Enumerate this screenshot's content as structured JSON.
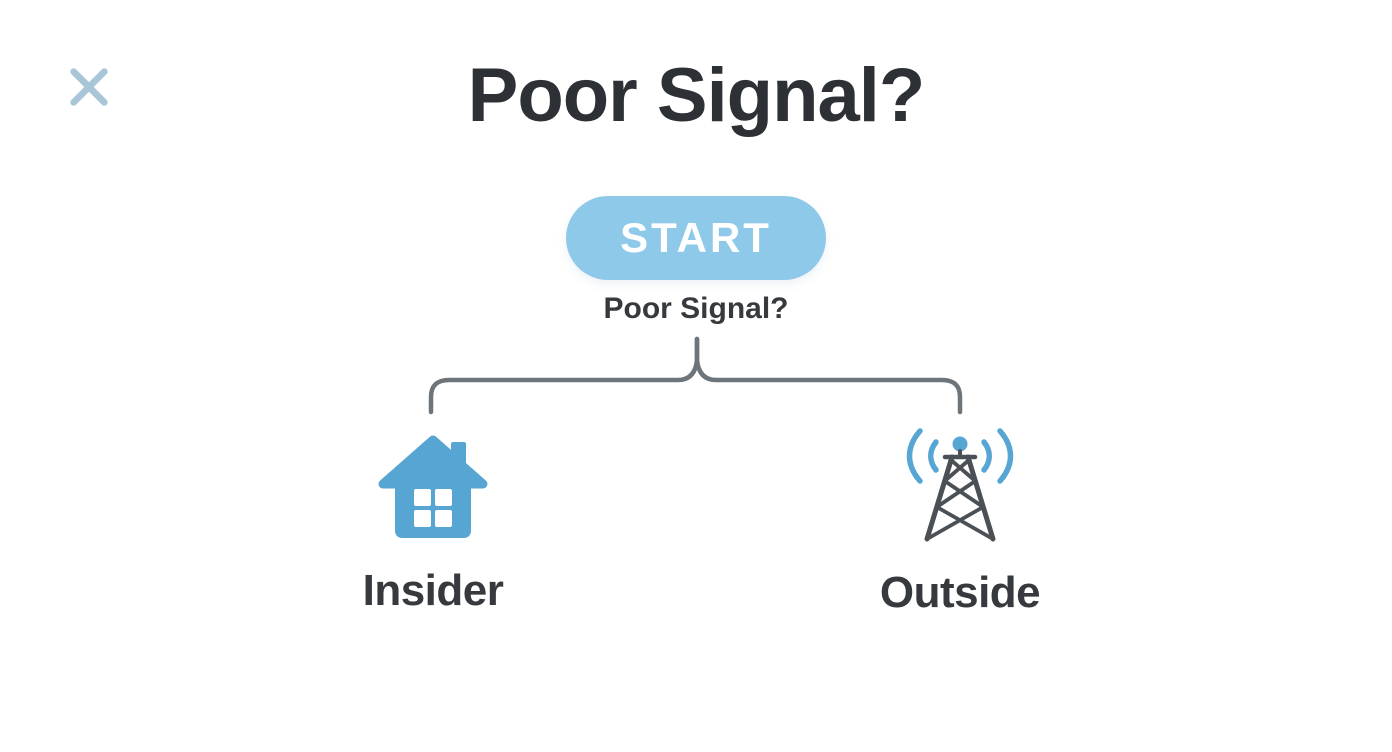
{
  "title": "Poor Signal?",
  "close_button": {
    "name": "Close",
    "icon": "close-icon"
  },
  "start_button": {
    "label": "START"
  },
  "question": {
    "label": "Poor Signal?"
  },
  "options": [
    {
      "id": "inside",
      "label": "Insider",
      "icon": "house-icon"
    },
    {
      "id": "outside",
      "label": "Outside",
      "icon": "radio-tower-icon"
    }
  ],
  "colors": {
    "background": "#ffffff",
    "title_text": "#2d3136",
    "question_text": "#36393d",
    "option_label_text": "#36393d",
    "start_button_fill": "#8fc9ea",
    "start_button_text": "#ffffff",
    "close_icon": "#a9c6d8",
    "connector_line": "#6d747a",
    "house_icon_blue": "#57a5d3",
    "tower_icon_dark": "#4a5055",
    "tower_signal_blue": "#57a5d3"
  }
}
